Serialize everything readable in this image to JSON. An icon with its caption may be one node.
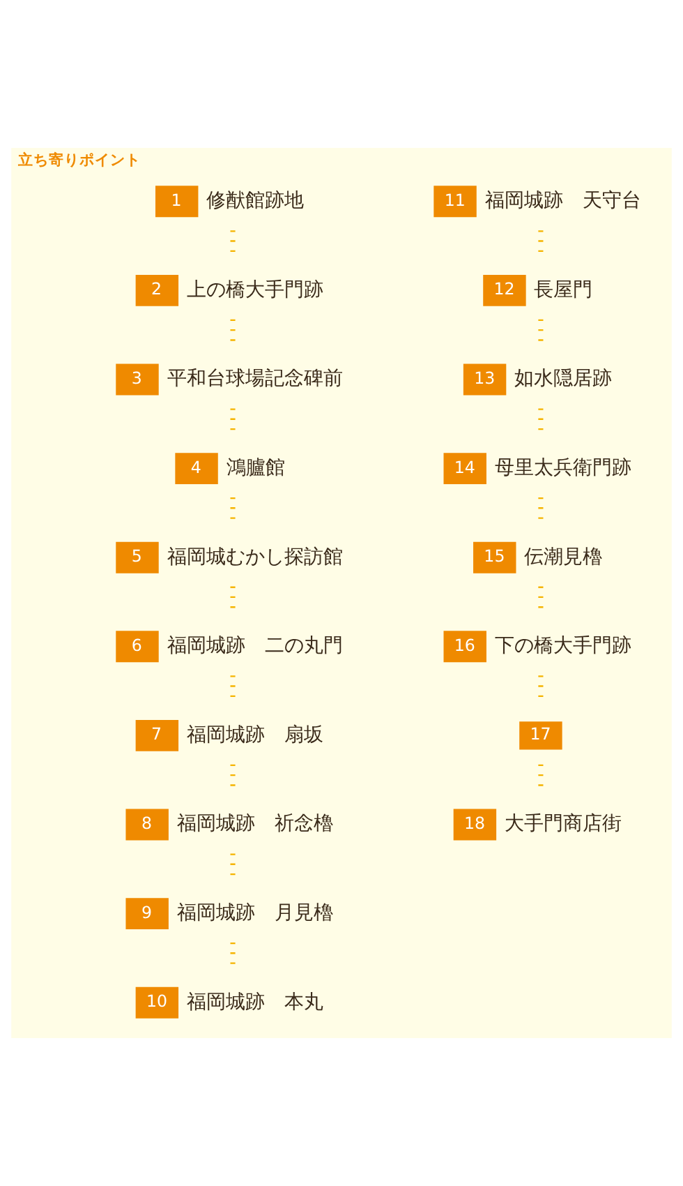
{
  "diagram": {
    "nodes": [
      {
        "text": [
          "1",
          "修猷館跡地"
        ],
        "beside": [
          "立ち寄りポイント"
        ]
      },
      {
        "text": [
          "2",
          "上の橋大手門跡"
        ]
      },
      {
        "text": [
          "3",
          "平和台球場記念碑前"
        ]
      },
      {
        "text": [
          "4",
          "鴻臚館"
        ]
      },
      {
        "text": [
          "5",
          "福岡城むかし探訪館"
        ]
      },
      {
        "text": [
          "6",
          "福岡城跡　二の丸門"
        ]
      },
      {
        "text": [
          "7",
          "福岡城跡　扇坂"
        ]
      },
      {
        "text": [
          "8",
          "福岡城跡　祈念櫓"
        ]
      },
      {
        "text": [
          "9",
          "福岡城跡　月見櫓"
        ]
      },
      {
        "text": [
          "10",
          "福岡城跡　本丸"
        ]
      },
      {
        "text": [
          "11",
          "福岡城跡　天守台"
        ]
      },
      {
        "text": [
          "12",
          "長屋門"
        ]
      },
      {
        "text": [
          "13",
          "如水隠居跡"
        ]
      },
      {
        "text": [
          "14",
          "母里太兵衛門跡"
        ]
      },
      {
        "text": [
          "15",
          "伝潮見櫓"
        ]
      },
      {
        "text": [
          "16",
          "下の橋大手門跡"
        ]
      },
      {
        "text": [
          "17"
        ]
      },
      {
        "text": [
          "18",
          "大手門商店街"
        ]
      }
    ],
    "edges": [
      {
        "from": 0,
        "to": 1,
        "arrow": "none"
      },
      {
        "from": 1,
        "to": 2,
        "arrow": "none"
      },
      {
        "from": 2,
        "to": 3,
        "arrow": "none"
      },
      {
        "from": 3,
        "to": 4,
        "arrow": "none"
      },
      {
        "from": 4,
        "to": 5,
        "arrow": "none"
      },
      {
        "from": 5,
        "to": 6,
        "arrow": "none"
      },
      {
        "from": 6,
        "to": 7,
        "arrow": "none"
      },
      {
        "from": 7,
        "to": 8,
        "arrow": "none"
      },
      {
        "from": 8,
        "to": 9,
        "arrow": "none"
      },
      {
        "from": 10,
        "to": 11,
        "arrow": "none"
      },
      {
        "from": 11,
        "to": 12,
        "arrow": "none"
      },
      {
        "from": 12,
        "to": 13,
        "arrow": "none"
      },
      {
        "from": 13,
        "to": 14,
        "arrow": "none"
      },
      {
        "from": 14,
        "to": 15,
        "arrow": "none"
      },
      {
        "from": 15,
        "to": 16,
        "arrow": "none"
      },
      {
        "from": 16,
        "to": 17,
        "arrow": "none"
      }
    ]
  }
}
